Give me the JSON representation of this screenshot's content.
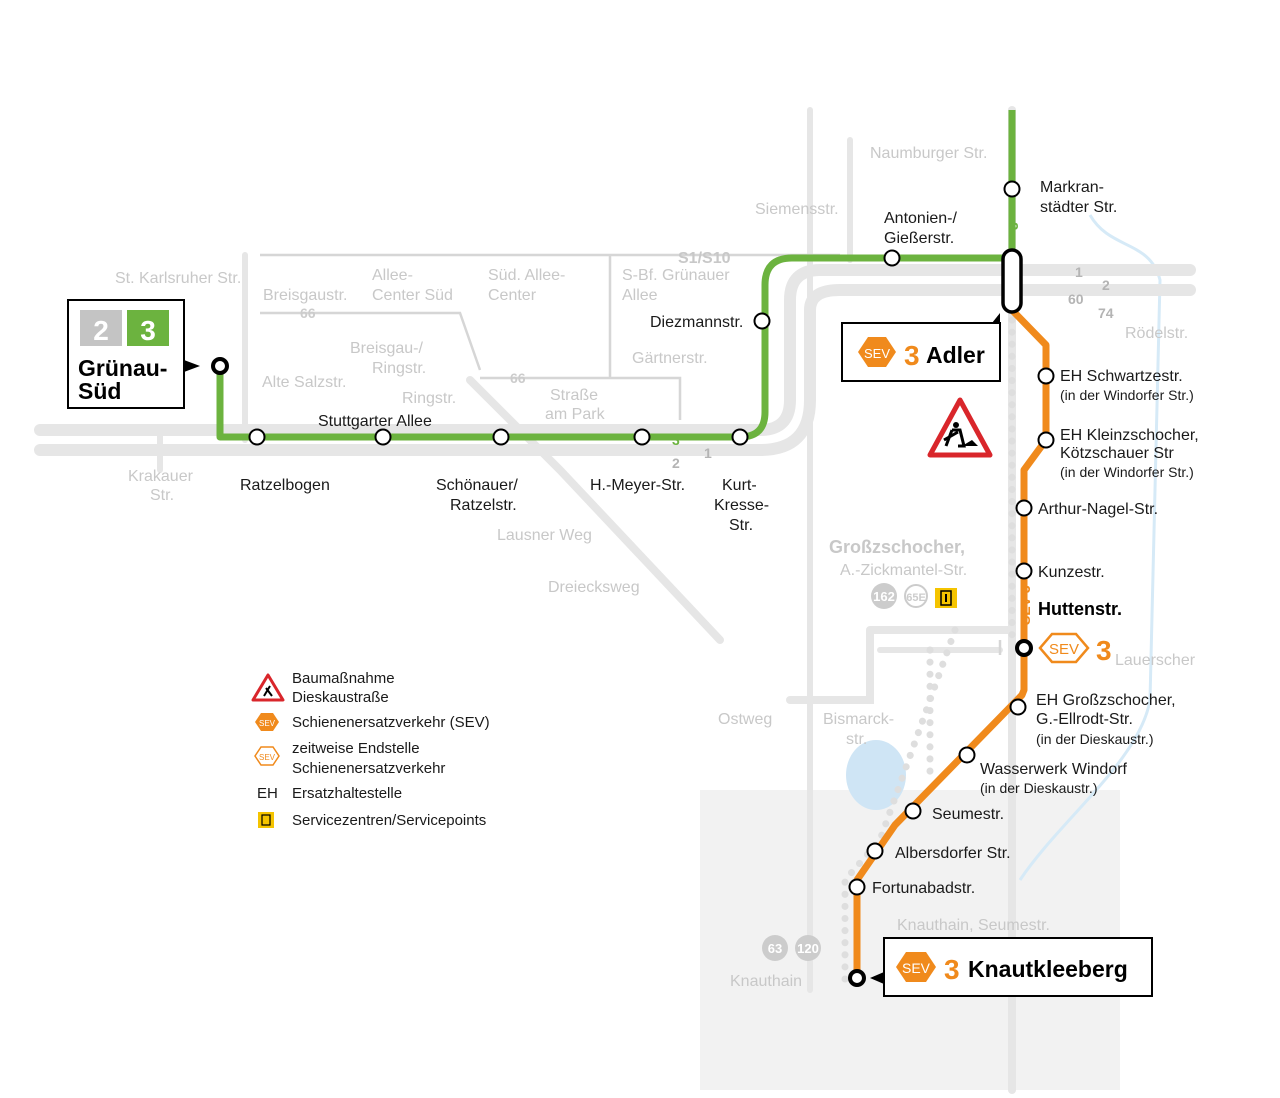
{
  "colors": {
    "line3": "#6cb33f",
    "sev": "#f08a1c",
    "background_lines": "#d9d9d9",
    "line2_grey": "#b4b4b4",
    "hazard_red": "#d9262b",
    "service_yellow": "#f5c400"
  },
  "terminals": {
    "west": {
      "line_left": "2",
      "line_right": "3",
      "name_1": "Grünau-",
      "name_2": "Süd"
    },
    "adler": {
      "sev": "SEV",
      "line": "3",
      "name": "Adler"
    },
    "knautkleeberg": {
      "sev": "SEV",
      "line": "3",
      "name": "Knautkleeberg"
    }
  },
  "line3_stations": {
    "ratzelbogen": "Ratzelbogen",
    "stuttgarter": "Stuttgarter Allee",
    "schoenauer_1": "Schönauer/",
    "schoenauer_2": "Ratzelstr.",
    "hmeyer": "H.-Meyer-Str.",
    "kurt_1": "Kurt-",
    "kurt_2": "Kresse-",
    "kurt_3": "Str.",
    "diezmann": "Diezmannstr.",
    "antonien_1": "Antonien-/",
    "antonien_2": "Gießerstr.",
    "markran_1": "Markran-",
    "markran_2": "städter Str."
  },
  "sev_stations": {
    "schwartze": "EH Schwartzestr.",
    "windorfer_1": "(in der Windorfer Str.)",
    "kleinzschocher_1": "EH Kleinzschocher,",
    "kleinzschocher_2": "Kötzschauer Str",
    "windorfer_2": "(in der Windorfer Str.)",
    "arthur": "Arthur-Nagel-Str.",
    "kunze": "Kunzestr.",
    "hutten": "Huttenstr.",
    "hutten_sev": "SEV",
    "hutten_line": "3",
    "grosszschocher_1": "EH Großzschocher,",
    "grosszschocher_2": "G.-Ellrodt-Str.",
    "dieskau_1": "(in der Dieskaustr.)",
    "wasserwerk": "Wasserwerk Windorf",
    "dieskau_2": "(in der Dieskaustr.)",
    "seume": "Seumestr.",
    "albersdorfer": "Albersdorfer Str.",
    "fortuna": "Fortunabadstr.",
    "sev_vertical": "SEV 3"
  },
  "line_markers": {
    "l3_west": "3",
    "l3_north": "3",
    "l2": "2",
    "l1": "1",
    "l1_east": "1",
    "l2_east": "2",
    "l60": "60",
    "l74": "74",
    "l66_a": "66",
    "l66_b": "66"
  },
  "background_labels": {
    "karlsruher": "St. Karlsruher Str.",
    "breisgaustr": "Breisgaustr.",
    "allee_center_1": "Allee-",
    "allee_center_2": "Center Süd",
    "west_allee_1": "Süd. Allee-",
    "west_allee_2": "Center",
    "sbf_1": "S-Bf. Grünauer",
    "sbf_2": "Allee",
    "s1s10": "S1/S10",
    "siemensstr": "Siemensstr.",
    "naumburger": "Naumburger Str.",
    "alte_salz": "Alte Salzstr.",
    "breisgau_1": "Breisgau-/",
    "breisgau_2": "Ringstr.",
    "ringstr": "Ringstr.",
    "gaertner": "Gärtnerstr.",
    "strasse_park_1": "Straße",
    "strasse_park_2": "am Park",
    "krakauer_1": "Krakauer",
    "krakauer_2": "Str.",
    "lausner": "Lausner Weg",
    "dreiecks": "Dreiecksweg",
    "gross_1": "Großzschocher,",
    "gross_2": "A.-Zickmantel-Str.",
    "bus_162": "162",
    "bus_65e": "65E",
    "bismarck_1": "Bismarck-",
    "bismarck_2": "str.",
    "roedel": "Rödelstr.",
    "lauer": "Lauerscher",
    "knauthain_seume": "Knauthain, Seumestr.",
    "knauthain": "Knauthain",
    "bus_63": "63",
    "bus_120": "120",
    "ostweg": "Ostweg"
  },
  "legend": {
    "baumassnahme_1": "Baumaßnahme",
    "baumassnahme_2": "Dieskaustraße",
    "sev_icon": "SEV",
    "sev": "Schienenersatzverkehr (SEV)",
    "zeitweise_icon": "SEV",
    "zeitweise_1": "zeitweise Endstelle",
    "zeitweise_2": "Schienenersatzverkehr",
    "eh_abbr": "EH",
    "eh": "Ersatzhaltestelle",
    "service": "Servicezentren/Servicepoints"
  }
}
